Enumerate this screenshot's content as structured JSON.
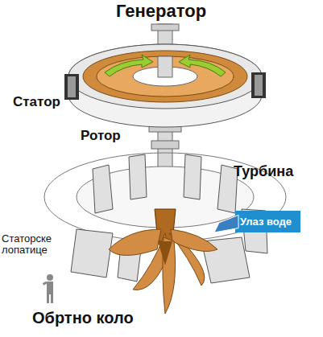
{
  "diagram": {
    "nodes": [
      {
        "text": [
          "Улаз воде"
        ]
      }
    ],
    "labels": [
      "Генератор",
      "Статор",
      "Ротор",
      "Турбина",
      "Статорске лопатице",
      "Обртно коло"
    ]
  }
}
